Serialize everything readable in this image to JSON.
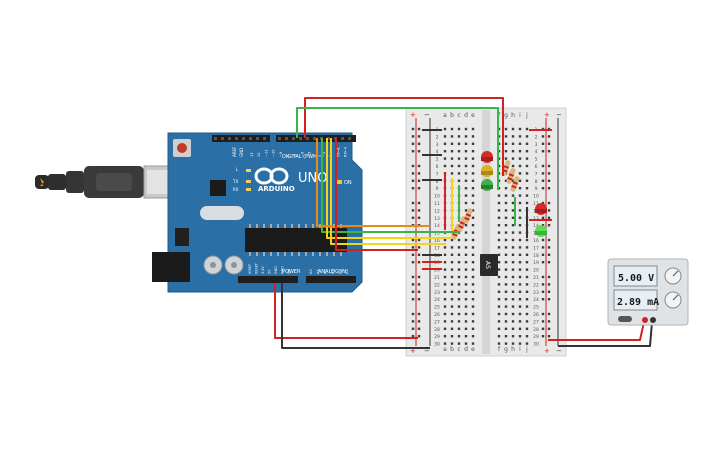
{
  "arduino": {
    "brand": "ARDUINO",
    "model": "UNO",
    "on_label": "ON",
    "digital_label": "DIGITAL (PWM~)",
    "power_label": "POWER",
    "analog_label": "ANALOG IN",
    "aref_label": "AREF",
    "gnd_label": "GND",
    "tx_label": "TX",
    "rx_label": "RX",
    "l_label": "L",
    "digital_pins": [
      "13",
      "12",
      "~11",
      "~10",
      "~9",
      "8",
      "7",
      "~6",
      "~5",
      "4",
      "~3",
      "2",
      "TX→1",
      "RX←0"
    ],
    "power_pins": [
      "IOREF",
      "RESET",
      "3.3V",
      "5V",
      "GND",
      "GND",
      "Vin"
    ],
    "analog_pins": [
      "A0",
      "A1",
      "A2",
      "A3",
      "A4",
      "A5"
    ]
  },
  "breadboard": {
    "column_letters_left": [
      "a",
      "b",
      "c",
      "d",
      "e"
    ],
    "column_letters_right": [
      "f",
      "g",
      "h",
      "i",
      "j"
    ],
    "rows": [
      "1",
      "2",
      "3",
      "4",
      "5",
      "6",
      "7",
      "8",
      "9",
      "10",
      "11",
      "12",
      "13",
      "14",
      "15",
      "16",
      "17",
      "18",
      "19",
      "20",
      "21",
      "22",
      "23",
      "24",
      "25",
      "26",
      "27",
      "28",
      "29",
      "30"
    ],
    "rail_plus": "+",
    "rail_minus": "−",
    "chip_label": "AS"
  },
  "power_supply": {
    "voltage": "5.00 V",
    "current": "2.89 mA"
  },
  "colors": {
    "board": "#2a6fa6",
    "wire_red": "#d32020",
    "wire_black": "#333333",
    "wire_green": "#39b54a",
    "wire_yellow": "#f5d31a",
    "wire_orange": "#e88a1a",
    "led_red": "#d42a2a",
    "led_yellow": "#d9b21c",
    "led_green": "#3cb043"
  }
}
